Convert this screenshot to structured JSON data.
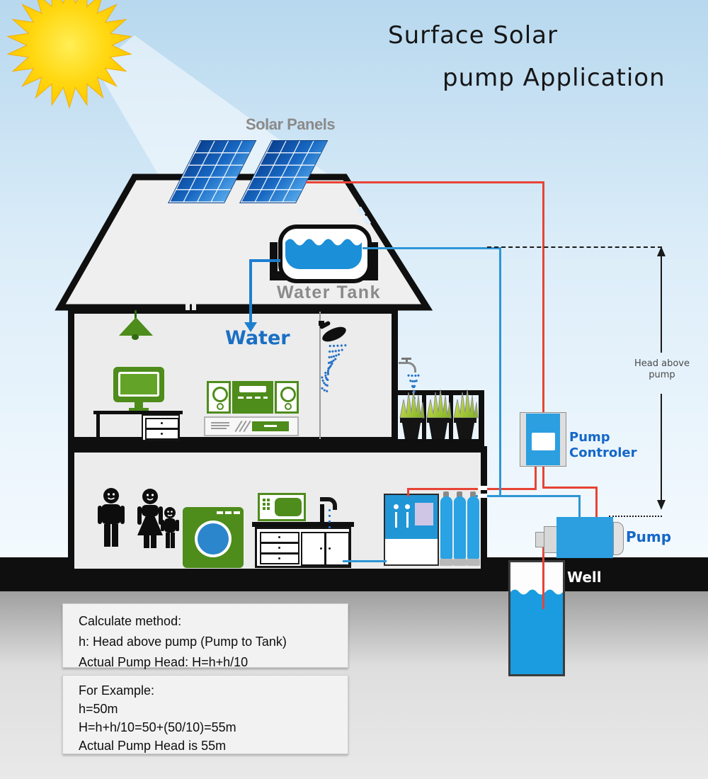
{
  "title": {
    "line1": "Surface Solar",
    "line2": "pump Application"
  },
  "labels": {
    "solar_panels": "Solar Panels",
    "water_tank": "Water Tank",
    "water": "Water",
    "pump_controller_line1": "Pump",
    "pump_controller_line2": "Controler",
    "pump": "Pump",
    "well": "Well",
    "head_above_pump_line1": "Head above",
    "head_above_pump_line2": "pump"
  },
  "info_boxes": [
    {
      "lines": [
        "Calculate method:",
        "h: Head above pump (Pump to Tank)",
        "Actual Pump Head: H=h+h/10"
      ]
    },
    {
      "lines": [
        "For Example:",
        "h=50m",
        "H=h+h/10=50+(50/10)=55m",
        "Actual Pump Head is 55m"
      ]
    }
  ],
  "colors": {
    "sky_top": "#b7d8ee",
    "sky_mid": "#dcedf9",
    "sky_bottom": "#f4fafe",
    "sun_core": "#ffee55",
    "sun_edge": "#ffc800",
    "panel_dark": "#0a3f8e",
    "panel_mid": "#1767c2",
    "panel_light": "#55a9eb",
    "water_blue": "#1b8fd8",
    "well_water": "#1b9ce0",
    "wire_red": "#e84335",
    "wire_blue": "#2e96d5",
    "spray_blue": "#2472c8",
    "device_blue": "#2b9fe0",
    "appliance_green": "#4e8c1b",
    "washer_door_blue": "#2b86cc",
    "label_gray": "#8a8a8a",
    "label_blue": "#1467c9",
    "ink": "#0f0f0f"
  }
}
